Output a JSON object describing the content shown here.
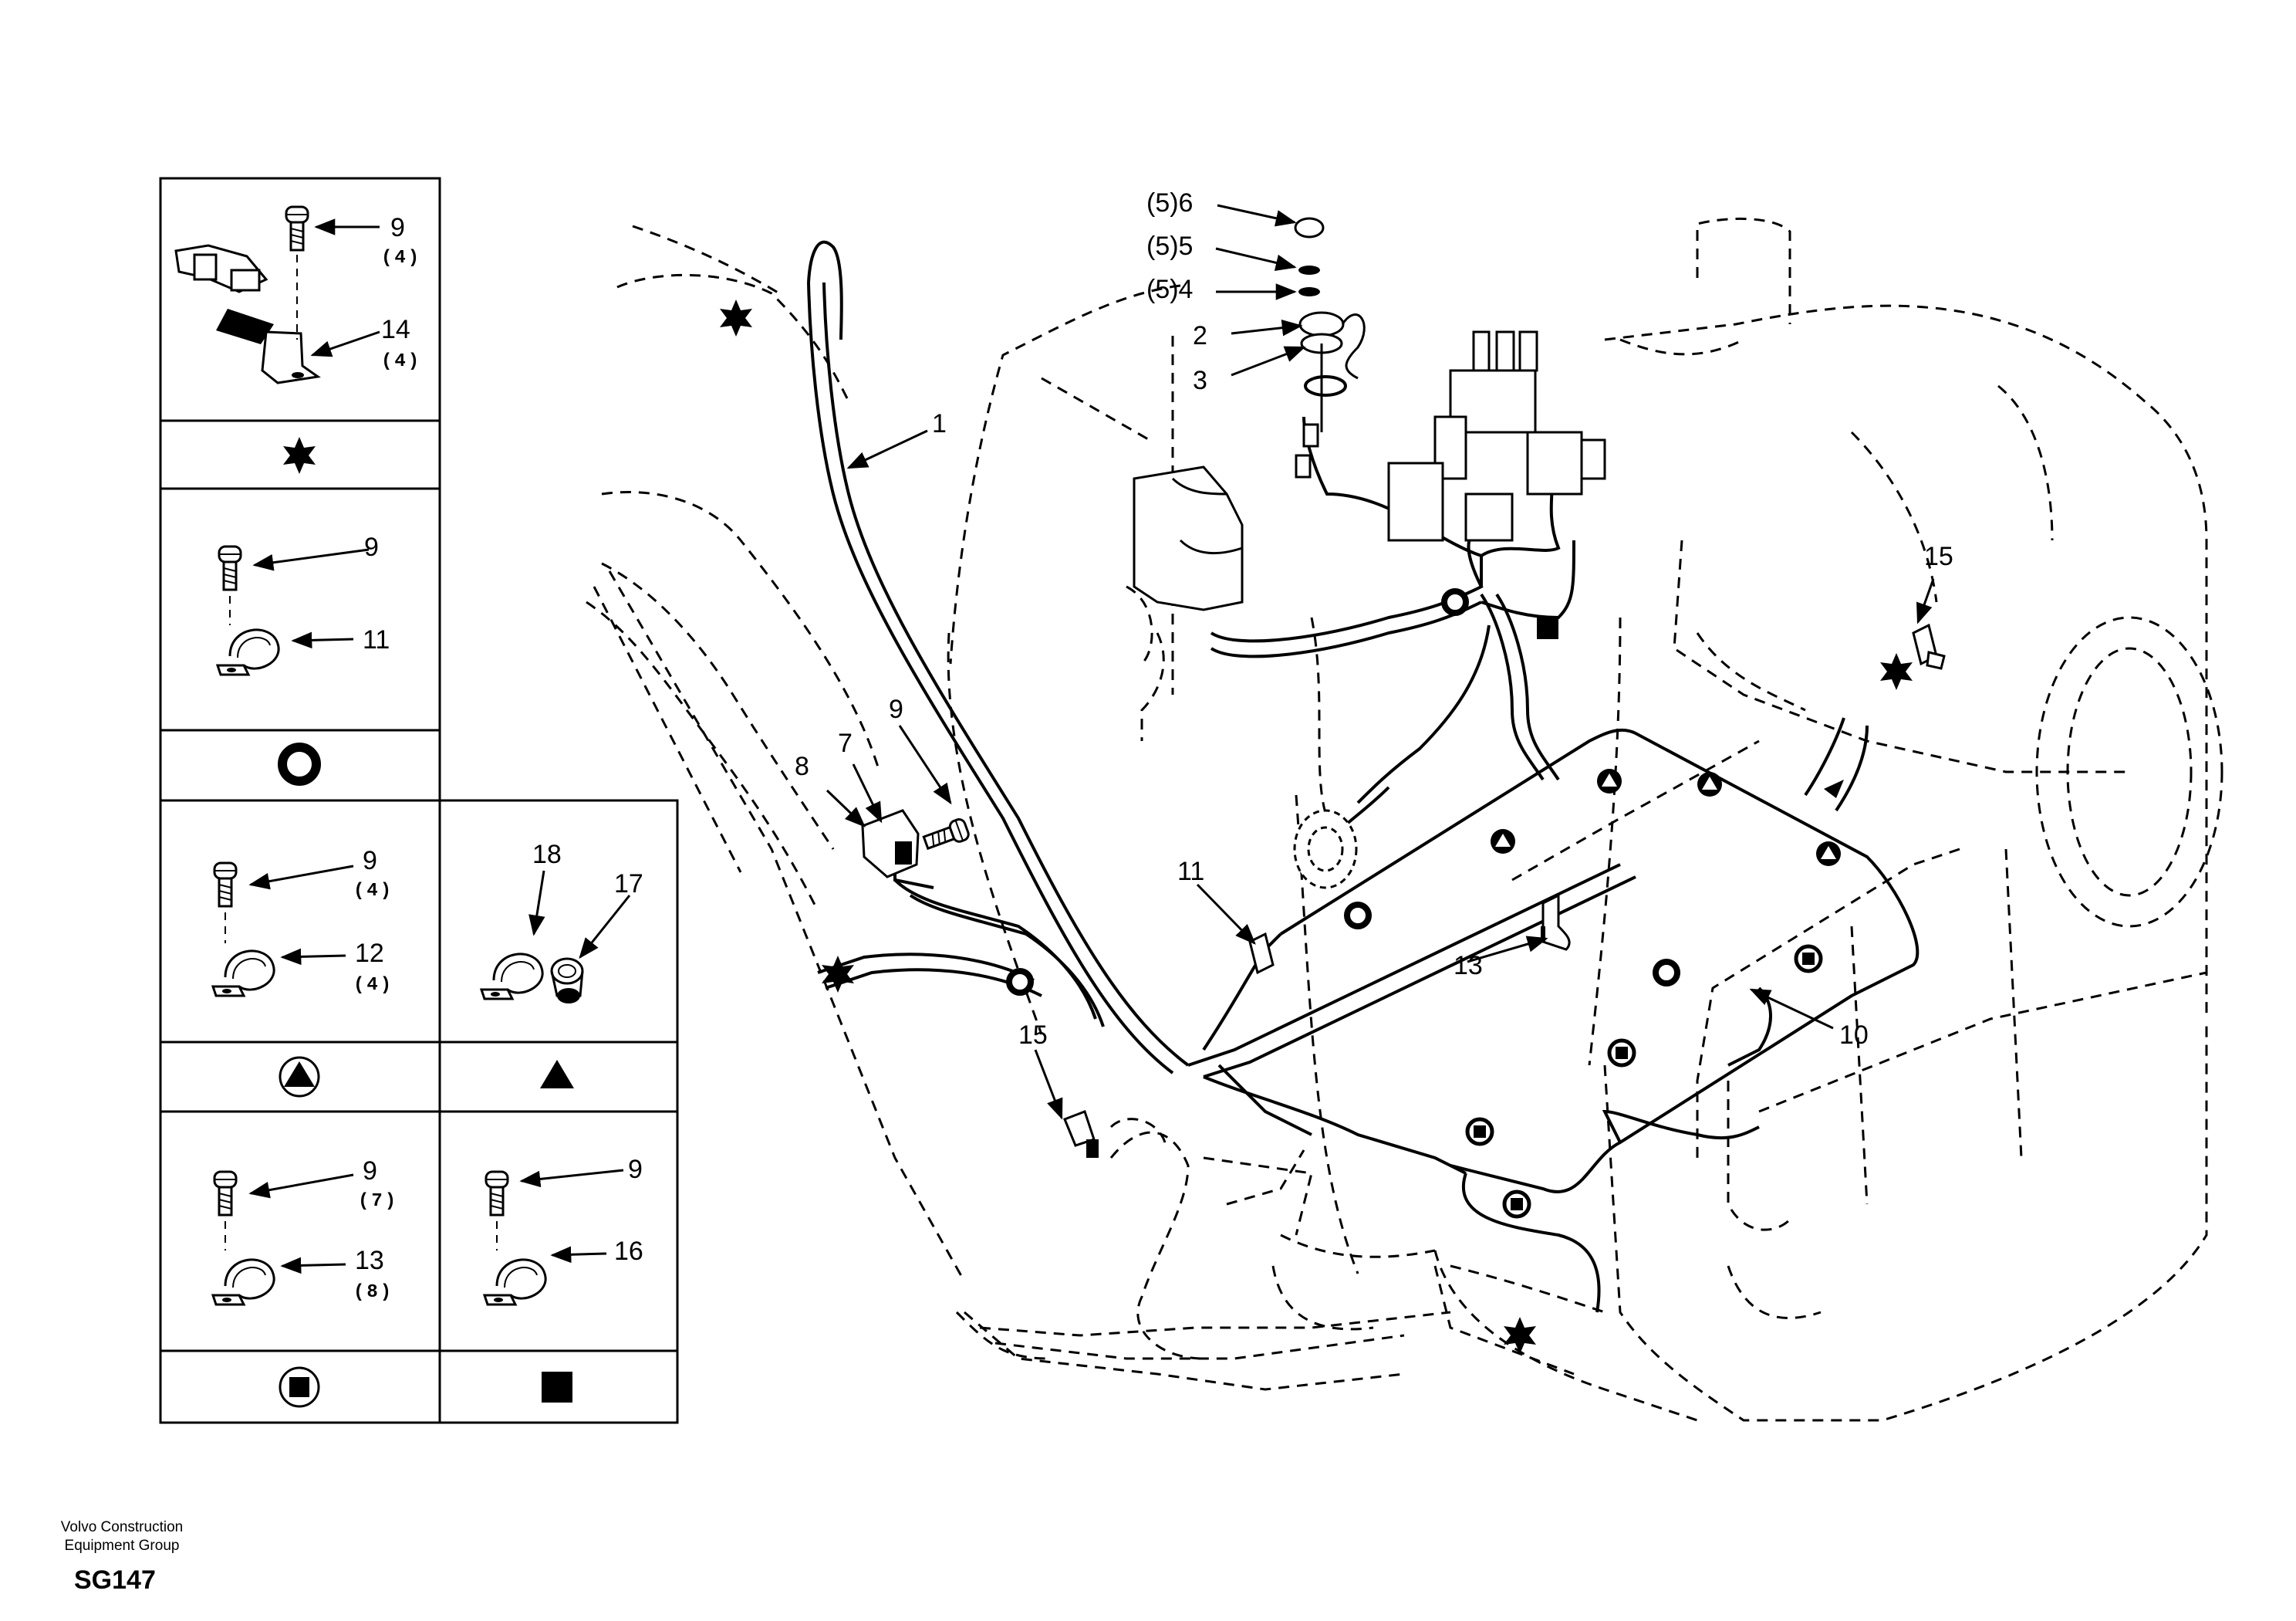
{
  "legend": {
    "cells": [
      {
        "name": "clip-bracket-assy",
        "callouts": [
          {
            "num": "9",
            "qty": "(4)"
          },
          {
            "num": "14",
            "qty": "(4)"
          }
        ]
      },
      {
        "name": "clamp-11",
        "callouts": [
          {
            "num": "9",
            "qty": ""
          },
          {
            "num": "11",
            "qty": ""
          }
        ]
      },
      {
        "name": "clamp-12",
        "callouts": [
          {
            "num": "9",
            "qty": "(4)"
          },
          {
            "num": "12",
            "qty": "(4)"
          }
        ]
      },
      {
        "name": "clamp-18-grommet-17",
        "callouts": [
          {
            "num": "18",
            "qty": ""
          },
          {
            "num": "17",
            "qty": ""
          }
        ]
      },
      {
        "name": "clamp-13",
        "callouts": [
          {
            "num": "9",
            "qty": "(7)"
          },
          {
            "num": "13",
            "qty": "(8)"
          }
        ]
      },
      {
        "name": "clamp-16",
        "callouts": [
          {
            "num": "9",
            "qty": ""
          },
          {
            "num": "16",
            "qty": ""
          }
        ]
      }
    ],
    "symbols": [
      "star",
      "ring",
      "circled-triangle",
      "triangle",
      "circled-square",
      "square"
    ]
  },
  "callouts": [
    {
      "id": "c1",
      "text": "1"
    },
    {
      "id": "c2",
      "text": "2"
    },
    {
      "id": "c3",
      "text": "3"
    },
    {
      "id": "c4",
      "text": "(5)4"
    },
    {
      "id": "c5",
      "text": "(5)5"
    },
    {
      "id": "c6",
      "text": "(5)6"
    },
    {
      "id": "c7",
      "text": "7"
    },
    {
      "id": "c8",
      "text": "8"
    },
    {
      "id": "c9",
      "text": "9"
    },
    {
      "id": "c10",
      "text": "10"
    },
    {
      "id": "c11",
      "text": "11"
    },
    {
      "id": "c13",
      "text": "13"
    },
    {
      "id": "c15a",
      "text": "15"
    },
    {
      "id": "c15b",
      "text": "15"
    }
  ],
  "footer": {
    "company_line1": "Volvo Construction",
    "company_line2": "Equipment Group",
    "sheet_code": "SG147"
  }
}
